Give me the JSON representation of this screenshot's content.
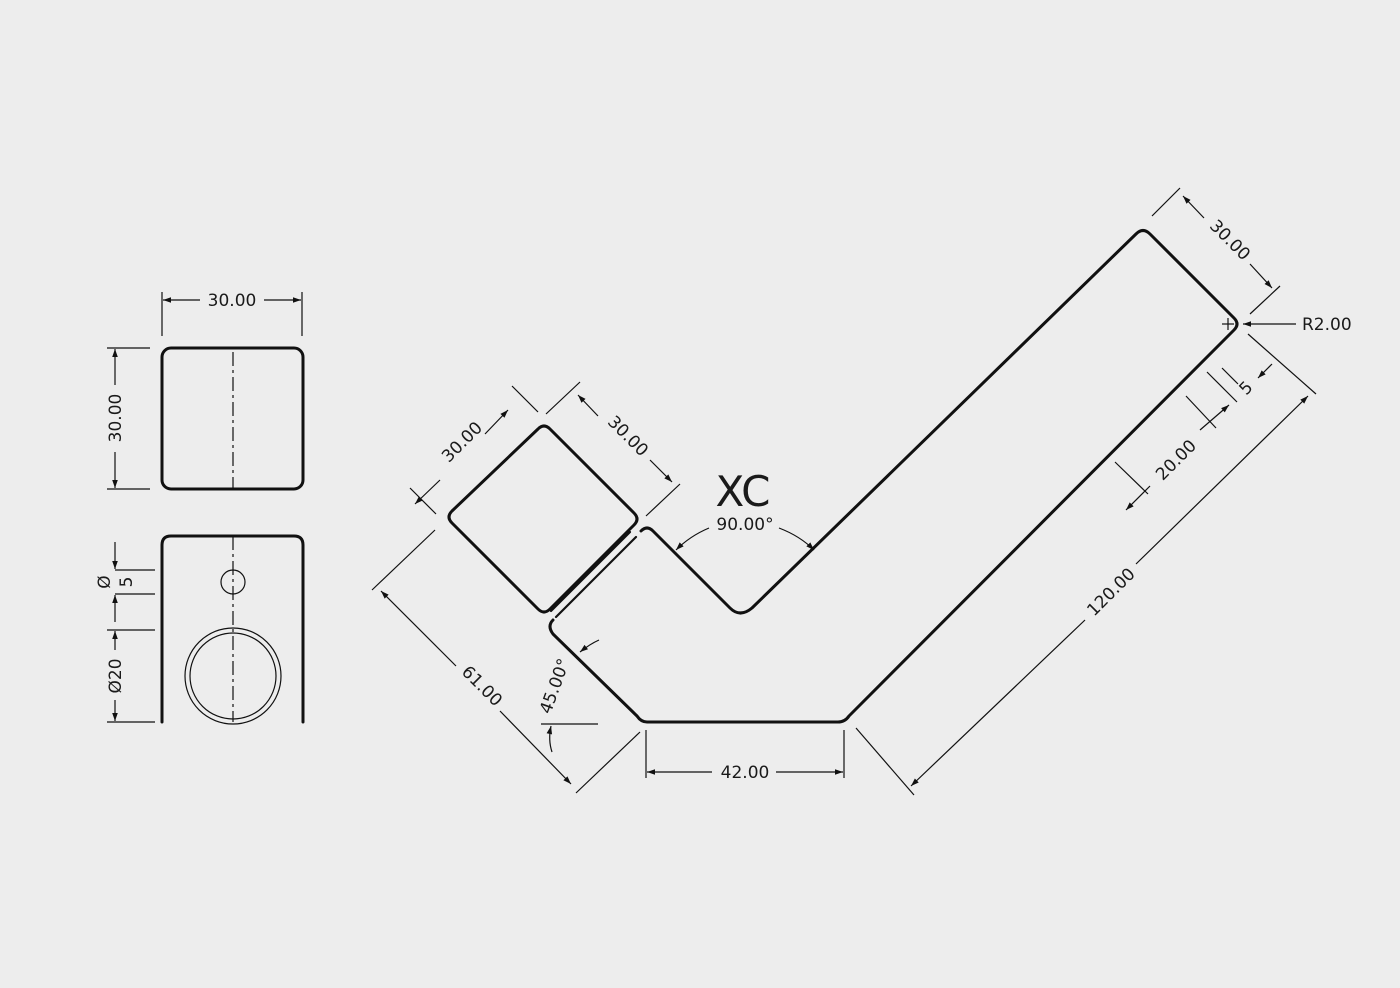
{
  "drawing": {
    "background_color": "#ededed",
    "line_color": "#111111",
    "views": {
      "top_view": {
        "width_dim": "30.00",
        "height_dim": "30.00"
      },
      "front_view": {
        "small_hole_dim_symbol": "Ø",
        "small_hole_dim_value": "5",
        "large_hole_dim": "Ø20"
      },
      "flat_pattern": {
        "label": "XC",
        "bend_angle_dim": "90.00°",
        "tab_width_dim_left": "30.00",
        "tab_width_dim_right": "30.00",
        "arm_end_width_dim": "30.00",
        "radius_dim": "R2.00",
        "slot_offset_dim": "5",
        "slot_length_dim": "20.00",
        "long_edge_dim": "120.00",
        "bottom_edge_dim": "42.00",
        "left_edge_dim": "61.00",
        "chamfer_angle_dim": "45.00°"
      }
    }
  }
}
